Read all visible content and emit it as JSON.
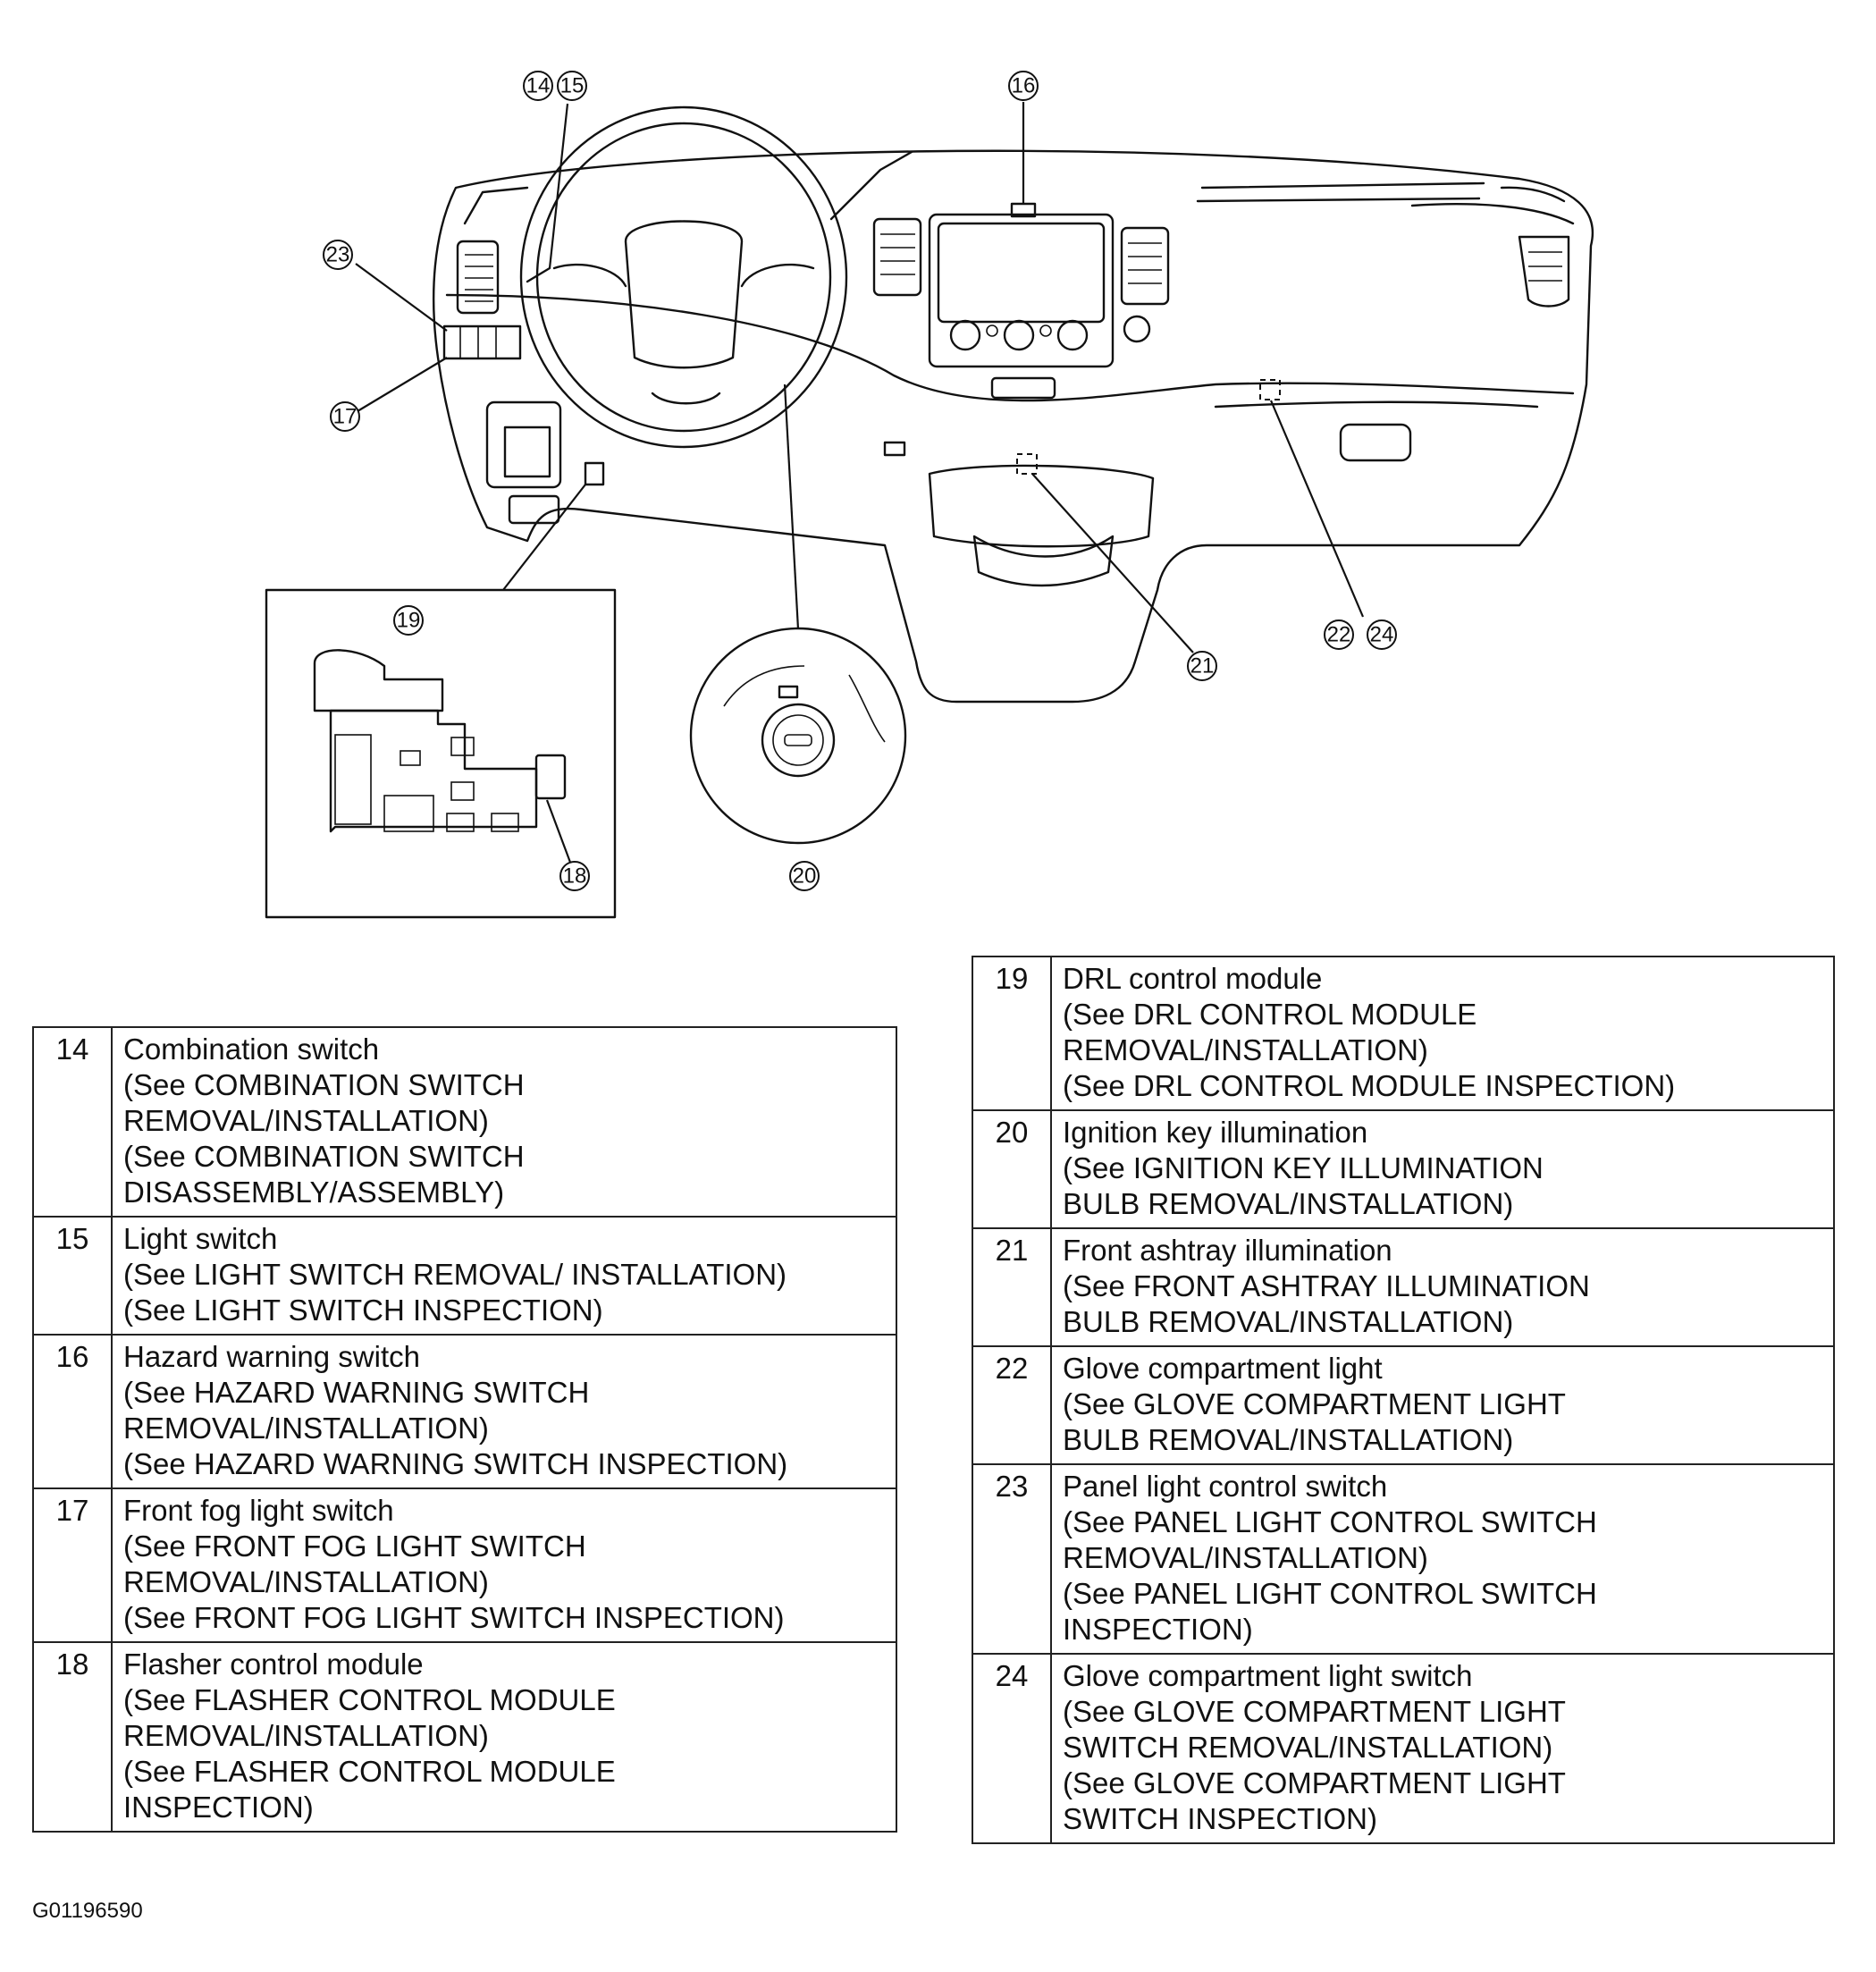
{
  "figure_id": "G01196590",
  "callouts": [
    "14",
    "15",
    "16",
    "17",
    "18",
    "19",
    "20",
    "21",
    "22",
    "23",
    "24"
  ],
  "table_left": [
    {
      "number": "14",
      "name": "Combination switch",
      "refs": [
        "(See COMBINATION SWITCH\nREMOVAL/INSTALLATION)",
        "(See COMBINATION SWITCH\nDISASSEMBLY/ASSEMBLY)"
      ]
    },
    {
      "number": "15",
      "name": "Light switch",
      "refs": [
        "(See LIGHT SWITCH REMOVAL/ INSTALLATION)",
        "(See LIGHT SWITCH INSPECTION)"
      ]
    },
    {
      "number": "16",
      "name": "Hazard warning switch",
      "refs": [
        "(See HAZARD WARNING SWITCH\nREMOVAL/INSTALLATION)",
        "(See HAZARD WARNING SWITCH INSPECTION)"
      ]
    },
    {
      "number": "17",
      "name": "Front fog light switch",
      "refs": [
        "(See FRONT FOG LIGHT SWITCH\nREMOVAL/INSTALLATION)",
        "(See FRONT FOG LIGHT SWITCH INSPECTION)"
      ]
    },
    {
      "number": "18",
      "name": "Flasher control module",
      "refs": [
        "(See FLASHER CONTROL MODULE\nREMOVAL/INSTALLATION)",
        "(See FLASHER CONTROL MODULE\nINSPECTION)"
      ]
    }
  ],
  "table_right": [
    {
      "number": "19",
      "name": "DRL control module",
      "refs": [
        "(See DRL CONTROL MODULE\nREMOVAL/INSTALLATION)",
        "(See DRL CONTROL MODULE INSPECTION)"
      ]
    },
    {
      "number": "20",
      "name": "Ignition key illumination",
      "refs": [
        "(See IGNITION KEY ILLUMINATION\nBULB REMOVAL/INSTALLATION)"
      ]
    },
    {
      "number": "21",
      "name": "Front ashtray illumination",
      "refs": [
        "(See FRONT ASHTRAY ILLUMINATION\nBULB REMOVAL/INSTALLATION)"
      ]
    },
    {
      "number": "22",
      "name": "Glove compartment light",
      "refs": [
        "(See GLOVE COMPARTMENT LIGHT\nBULB REMOVAL/INSTALLATION)"
      ]
    },
    {
      "number": "23",
      "name": "Panel light control switch",
      "refs": [
        "(See PANEL LIGHT CONTROL SWITCH\nREMOVAL/INSTALLATION)",
        "(See PANEL LIGHT CONTROL SWITCH\nINSPECTION)"
      ]
    },
    {
      "number": "24",
      "name": "Glove compartment light switch",
      "refs": [
        "(See GLOVE COMPARTMENT LIGHT\nSWITCH REMOVAL/INSTALLATION)",
        "(See GLOVE COMPARTMENT LIGHT\nSWITCH INSPECTION)"
      ]
    }
  ]
}
